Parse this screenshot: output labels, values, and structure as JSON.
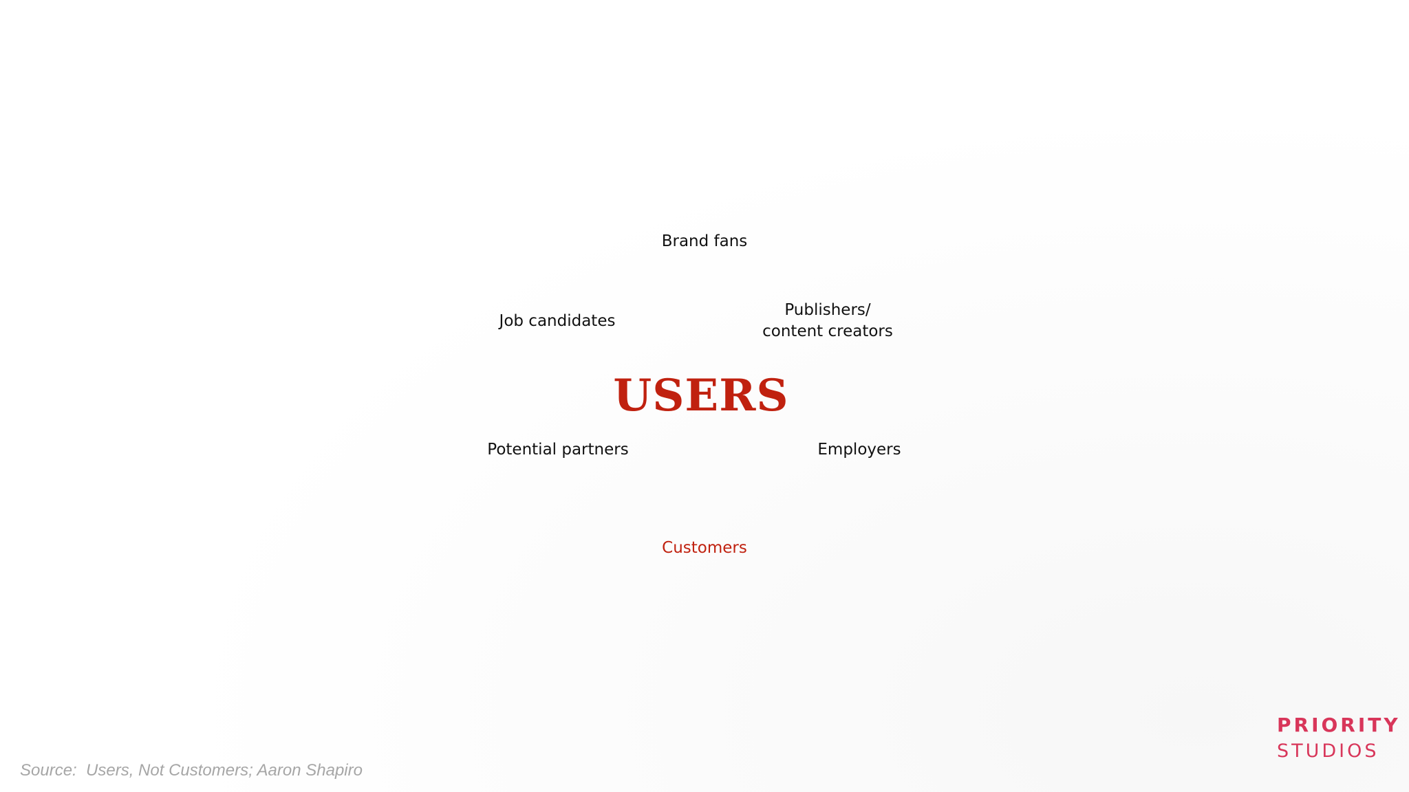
{
  "center": {
    "label": "USERS",
    "color": "#c0210f"
  },
  "nodes": {
    "brand_fans": "Brand fans",
    "job_candidates": "Job candidates",
    "publishers_line1": "Publishers/",
    "publishers_line2": "content creators",
    "potential_partners": "Potential partners",
    "employers": "Employers",
    "customers": "Customers"
  },
  "highlight_color": "#c0210f",
  "source": "Source:  Users, Not Customers; Aaron Shapiro",
  "logo": {
    "line1": "PRIORITY",
    "line2": "STUDIOS",
    "color": "#d8365a"
  }
}
